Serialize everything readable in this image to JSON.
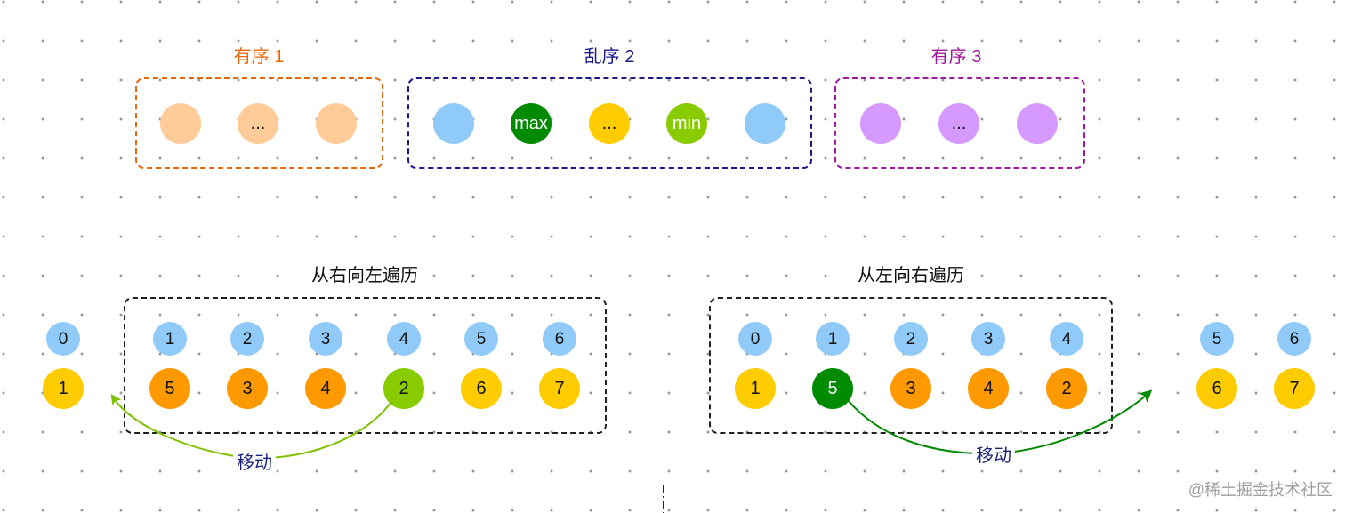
{
  "top": {
    "groups": [
      {
        "title": "有序 1",
        "color": "#e8670a",
        "items": [
          "",
          "...",
          ""
        ],
        "fills": [
          "#ffcc99",
          "#ffcc99",
          "#ffcc99"
        ]
      },
      {
        "title": "乱序 2",
        "color": "#1a1a8c",
        "items": [
          "",
          "max",
          "...",
          "min",
          ""
        ],
        "fills": [
          "#90caf9",
          "#008a00",
          "#ffcc00",
          "#88cc00",
          "#90caf9"
        ]
      },
      {
        "title": "有序 3",
        "color": "#a0199e",
        "items": [
          "",
          "...",
          ""
        ],
        "fills": [
          "#d699ff",
          "#d699ff",
          "#d699ff"
        ]
      }
    ]
  },
  "left": {
    "title": "从右向左遍历",
    "index_outside": "0",
    "value_outside": "1",
    "indices": [
      "1",
      "2",
      "3",
      "4",
      "5",
      "6"
    ],
    "values": [
      "5",
      "3",
      "4",
      "2",
      "6",
      "7"
    ],
    "move_label": "移动"
  },
  "right": {
    "title": "从左向右遍历",
    "indices": [
      "0",
      "1",
      "2",
      "3",
      "4"
    ],
    "values": [
      "1",
      "5",
      "3",
      "4",
      "2"
    ],
    "indices_outside": [
      "5",
      "6"
    ],
    "values_outside": [
      "6",
      "7"
    ],
    "move_label": "移动"
  },
  "colors": {
    "index": "#90caf9",
    "yellow": "#ffcc00",
    "orange": "#ff9900",
    "lightgreen": "#88cc00",
    "darkgreen": "#008a00",
    "arrow_left": "#7dc200",
    "arrow_right": "#008a00"
  },
  "watermark": "@稀土掘金技术社区"
}
